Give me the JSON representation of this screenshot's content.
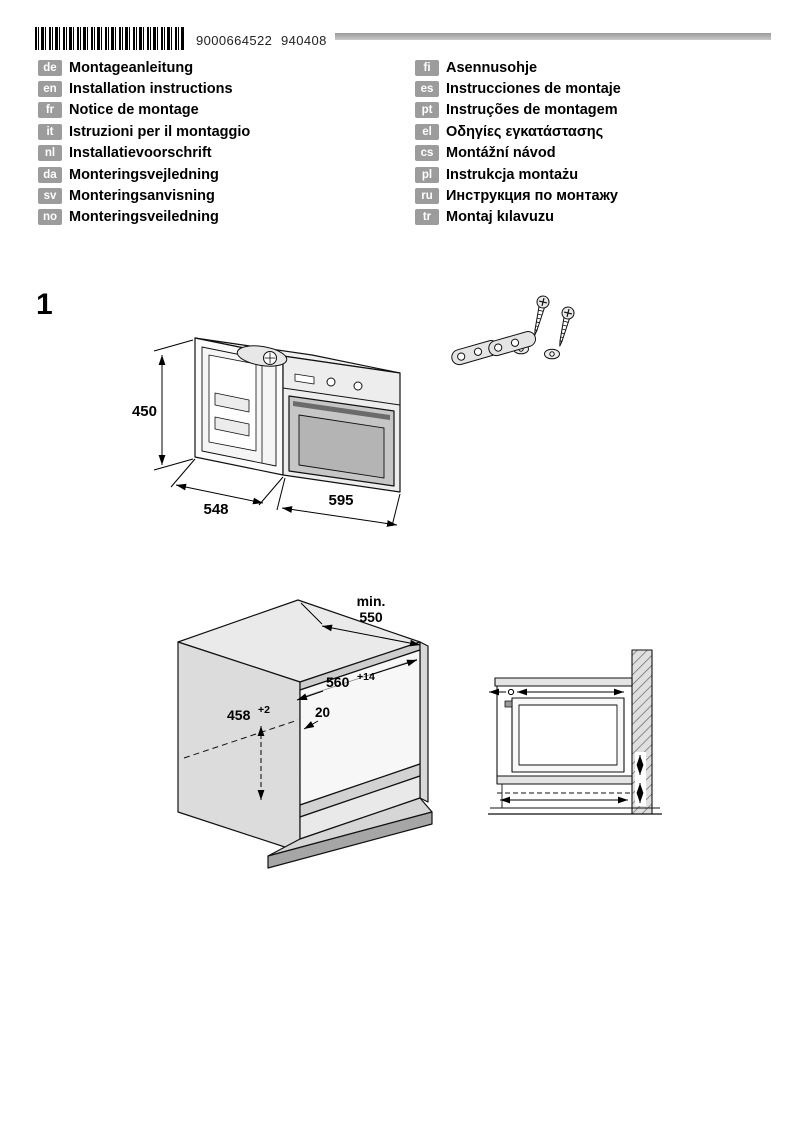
{
  "header": {
    "barcode_number": "9000664522",
    "date_code": "940408"
  },
  "languages": {
    "left": [
      {
        "code": "de",
        "title": "Montageanleitung"
      },
      {
        "code": "en",
        "title": "Installation instructions"
      },
      {
        "code": "fr",
        "title": "Notice de montage"
      },
      {
        "code": "it",
        "title": "Istruzioni per il montaggio"
      },
      {
        "code": "nl",
        "title": "Installatievoorschrift"
      },
      {
        "code": "da",
        "title": "Monteringsvejledning"
      },
      {
        "code": "sv",
        "title": "Monteringsanvisning"
      },
      {
        "code": "no",
        "title": "Monteringsveiledning"
      }
    ],
    "right": [
      {
        "code": "fi",
        "title": "Asennusohje"
      },
      {
        "code": "es",
        "title": "Instrucciones de montaje"
      },
      {
        "code": "pt",
        "title": "Instruções de montagem"
      },
      {
        "code": "el",
        "title": "Οδηγίες εγκατάστασης"
      },
      {
        "code": "cs",
        "title": "Montážní návod"
      },
      {
        "code": "pl",
        "title": "Instrukcja montażu"
      },
      {
        "code": "ru",
        "title": "Инструкция по монтажу"
      },
      {
        "code": "tr",
        "title": "Montaj kılavuzu"
      }
    ]
  },
  "figure": {
    "number": "1",
    "oven": {
      "height": "450",
      "depth": "548",
      "width": "595"
    },
    "niche": {
      "min_label": "min.",
      "min_value": "550",
      "width": "560",
      "width_tol": "+14",
      "height": "458",
      "height_tol": "+2",
      "setback": "20"
    }
  }
}
